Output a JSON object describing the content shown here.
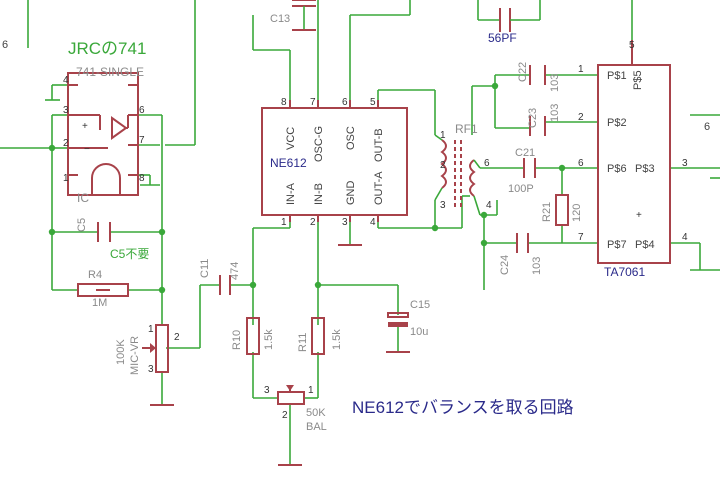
{
  "title": "NE612でバランスを取る回路",
  "opamp": {
    "label": "JRCの741",
    "part": "741-SINGLE",
    "ref": "IC",
    "pins": [
      "4",
      "3",
      "2",
      "1",
      "6",
      "7",
      "8"
    ]
  },
  "mixer": {
    "name": "NE612",
    "top_pins": [
      "VCC",
      "OSC-G",
      "OSC",
      "OUT-B"
    ],
    "bottom_pins": [
      "IN-A",
      "IN-B",
      "GND",
      "OUT-A"
    ],
    "pin_numbers": [
      "8",
      "7",
      "6",
      "5",
      "1",
      "2",
      "3",
      "4"
    ]
  },
  "chip": {
    "name": "TA7061",
    "left_pins": [
      "P$1",
      "P$2",
      "P$6",
      "P$7"
    ],
    "right_pins": [
      "P$5",
      "P$3",
      "P$4"
    ],
    "pin_numbers": [
      "1",
      "2",
      "6",
      "7",
      "5",
      "3",
      "4"
    ]
  },
  "components": {
    "c13": "C13",
    "c56": "56PF",
    "c5": "C5",
    "c5_note": "C5不要",
    "r4": "R4",
    "r4_val": "1M",
    "vr": "100K",
    "vr_name": "MIC-VR",
    "c11": "C11",
    "c11_val": "474",
    "r10": "R10",
    "r10_val": "1.5k",
    "r11": "R11",
    "r11_val": "1.5k",
    "bal_val": "50K",
    "bal_name": "BAL",
    "c15": "C15",
    "c15_val": "10u",
    "rf1": "RF1",
    "c21": "C21",
    "c21_val": "100P",
    "c22": "C22",
    "c22_val": "103",
    "c23": "C23",
    "c23_val": "103",
    "c24": "C24",
    "c24_val": "103",
    "r21": "R21",
    "r21_val": "120"
  },
  "misc": {
    "edge_6a": "6",
    "edge_6b": "6",
    "edge_4": "4",
    "rf_pins": [
      "1",
      "2",
      "3",
      "4",
      "6"
    ],
    "pot_pins": [
      "2",
      "1",
      "3",
      "3",
      "1",
      "2"
    ],
    "chip_out_3": "3",
    "chip_out_4": "4"
  },
  "colors": {
    "wire": "#3aa83a",
    "part": "#a8424a",
    "label": "#2a2a8a"
  }
}
